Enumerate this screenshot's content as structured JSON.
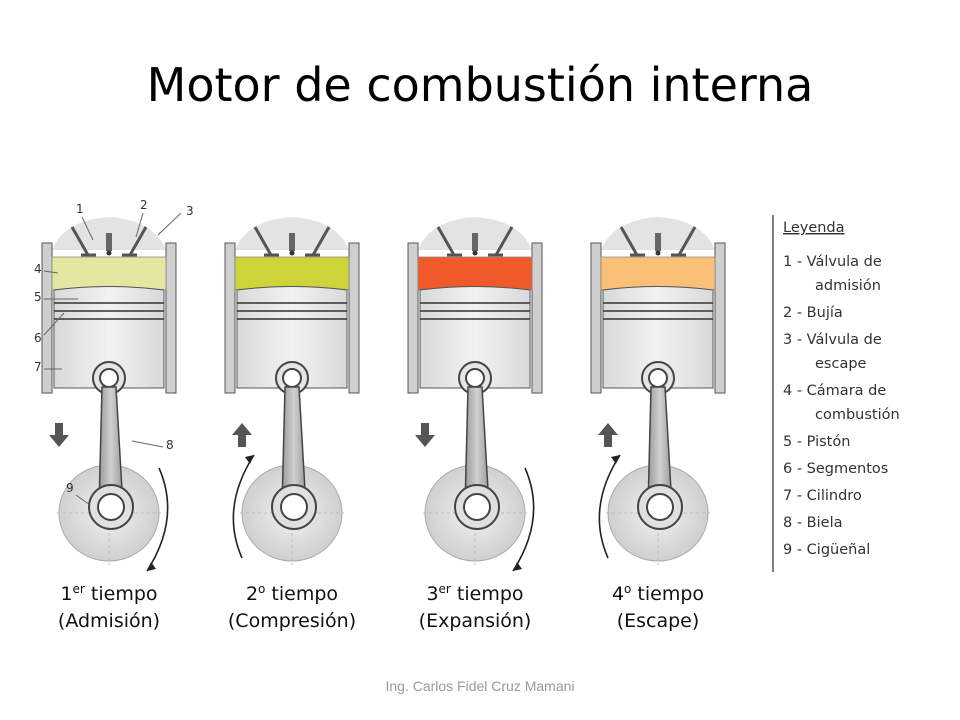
{
  "title": "Motor de combustión interna",
  "footer": "Ing. Carlos Fidel Cruz Mamani",
  "diagram": {
    "legend_title": "Leyenda",
    "legend": [
      [
        "1 - Válvula de",
        "admisión"
      ],
      [
        "2 - Bujía"
      ],
      [
        "3 - Válvula de",
        "escape"
      ],
      [
        "4 - Cámara de",
        "combustión"
      ],
      [
        "5 - Pistón"
      ],
      [
        "6 - Segmentos"
      ],
      [
        "7 - Cilindro"
      ],
      [
        "8 - Biela"
      ],
      [
        "9 - Cigüeñal"
      ]
    ],
    "part_numbers": [
      "1",
      "2",
      "3",
      "4",
      "5",
      "6",
      "7",
      "8",
      "9"
    ],
    "strokes": [
      {
        "num": "1",
        "sup": "er",
        "word": "tiempo",
        "name": "(Admisión)",
        "chamber_color": "#e6e6a3",
        "piston": "down"
      },
      {
        "num": "2",
        "sup": "o",
        "word": "tiempo",
        "name": "(Compresión)",
        "chamber_color": "#cdd43a",
        "piston": "up"
      },
      {
        "num": "3",
        "sup": "er",
        "word": "tiempo",
        "name": "(Expansión)",
        "chamber_color": "#f05a2a",
        "piston": "down"
      },
      {
        "num": "4",
        "sup": "o",
        "word": "tiempo",
        "name": "(Escape)",
        "chamber_color": "#fbbf77",
        "piston": "up"
      }
    ]
  }
}
